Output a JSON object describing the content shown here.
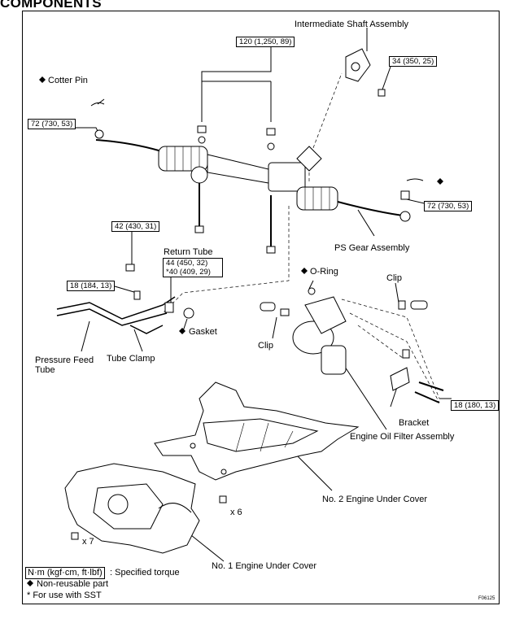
{
  "heading": "COMPONENTS",
  "labels": {
    "intermediate_shaft": "Intermediate Shaft Assembly",
    "cotter_pin_top": "Cotter Pin",
    "ps_gear": "PS Gear Assembly",
    "return_tube": "Return Tube",
    "o_ring": "O-Ring",
    "clip_right": "Clip",
    "clip_left": "Clip",
    "gasket": "Gasket",
    "pressure_feed_tube": "Pressure Feed Tube",
    "tube_clamp": "Tube Clamp",
    "bracket": "Bracket",
    "engine_oil_filter": "Engine Oil Filter Assembly",
    "no2_cover": "No. 2 Engine Under Cover",
    "no1_cover": "No. 1 Engine Under Cover",
    "qty_6": "x 6",
    "qty_7": "x 7"
  },
  "torques": {
    "t120": "120 (1,250, 89)",
    "t34": "34 (350, 25)",
    "t72_left": "72 (730, 53)",
    "t72_right": "72 (730, 53)",
    "t42": "42 (430, 31)",
    "t44": "44 (450, 32)",
    "t40": "*40 (409, 29)",
    "t18_left": "18 (184, 13)",
    "t18_right": "18 (180, 13)"
  },
  "legend": {
    "unit": "N·m (kgf·cm, ft·lbf)",
    "specified": ": Specified torque",
    "non_reusable": "Non-reusable part",
    "sst": "* For use with SST"
  },
  "figure_code": "F06125"
}
